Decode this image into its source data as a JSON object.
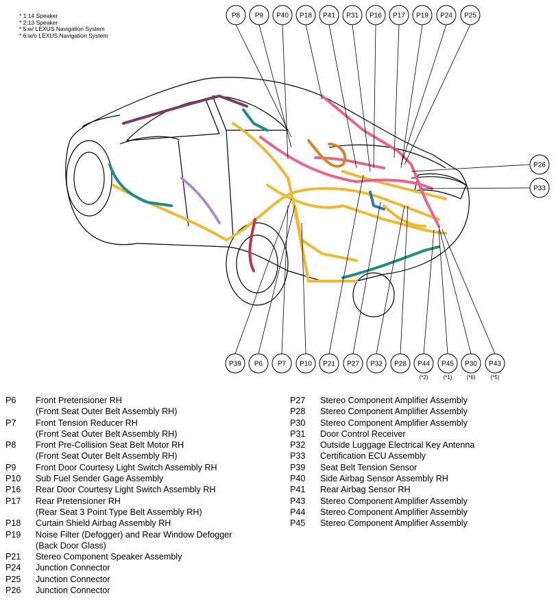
{
  "notes": [
    "* 1:14 Speaker",
    "* 2:13 Speaker",
    "* 5:w/ LEXUS Navigation System",
    "* 6:w/o LEXUS Navigation System"
  ],
  "colors": {
    "harness_yellow": "#f0b830",
    "harness_pink": "#e8648c",
    "harness_purple": "#7a3a6a",
    "harness_teal": "#1f8a8a",
    "harness_orange": "#d9822b",
    "harness_blue": "#3a6fb0",
    "harness_lavender": "#a98cc8",
    "harness_crimson": "#c03050"
  },
  "top_callouts": [
    {
      "code": "P8"
    },
    {
      "code": "P9"
    },
    {
      "code": "P40"
    },
    {
      "code": "P18"
    },
    {
      "code": "P41"
    },
    {
      "code": "P31"
    },
    {
      "code": "P16"
    },
    {
      "code": "P17"
    },
    {
      "code": "P19"
    },
    {
      "code": "P24"
    },
    {
      "code": "P25"
    }
  ],
  "side_callouts": [
    {
      "code": "P26"
    },
    {
      "code": "P33"
    }
  ],
  "bottom_callouts": [
    {
      "code": "P39",
      "note": ""
    },
    {
      "code": "P6",
      "note": ""
    },
    {
      "code": "P7",
      "note": ""
    },
    {
      "code": "P10",
      "note": ""
    },
    {
      "code": "P21",
      "note": ""
    },
    {
      "code": "P27",
      "note": ""
    },
    {
      "code": "P32",
      "note": ""
    },
    {
      "code": "P28",
      "note": ""
    },
    {
      "code": "P44",
      "note": "(*2)"
    },
    {
      "code": "P45",
      "note": "(*1)"
    },
    {
      "code": "P30",
      "note": "(*6)"
    },
    {
      "code": "P43",
      "note": "(*5)"
    }
  ],
  "legend_left": [
    {
      "code": "P6",
      "lines": [
        "Front Pretensioner RH",
        "(Front Seat Outer Belt Assembly RH)"
      ]
    },
    {
      "code": "P7",
      "lines": [
        "Front Tension Reducer RH",
        "(Front Seat Outer Belt Assembly RH)"
      ]
    },
    {
      "code": "P8",
      "lines": [
        "Front Pre-Collision Seat Belt Motor RH",
        "(Front Seat Outer Belt Assembly RH)"
      ]
    },
    {
      "code": "P9",
      "lines": [
        "Front Door Courtesy Light Switch Assembly RH"
      ]
    },
    {
      "code": "P10",
      "lines": [
        "Sub Fuel Sender Gage Assembly"
      ]
    },
    {
      "code": "P16",
      "lines": [
        "Rear Door Courtesy Light Switch Assembly RH"
      ]
    },
    {
      "code": "P17",
      "lines": [
        "Rear Pretensioner RH",
        "(Rear Seat 3 Point Type Belt Assembly RH)"
      ]
    },
    {
      "code": "P18",
      "lines": [
        "Curtain Shield Airbag Assembly RH"
      ]
    },
    {
      "code": "P19",
      "lines": [
        "Noise Filter (Defogger) and Rear Window Defogger",
        "(Back Door Glass)"
      ]
    },
    {
      "code": "P21",
      "lines": [
        "Stereo Component Speaker Assembly"
      ]
    },
    {
      "code": "P24",
      "lines": [
        "Junction Connector"
      ]
    },
    {
      "code": "P25",
      "lines": [
        "Junction Connector"
      ]
    },
    {
      "code": "P26",
      "lines": [
        "Junction Connector"
      ]
    }
  ],
  "legend_right": [
    {
      "code": "P27",
      "lines": [
        "Stereo Component Amplifier Assembly"
      ]
    },
    {
      "code": "P28",
      "lines": [
        "Stereo Component Amplifier Assembly"
      ]
    },
    {
      "code": "P30",
      "lines": [
        "Stereo Component Amplifier Assembly"
      ]
    },
    {
      "code": "P31",
      "lines": [
        "Door Control Receiver"
      ]
    },
    {
      "code": "P32",
      "lines": [
        "Outside Luggage Electrical Key Antenna"
      ]
    },
    {
      "code": "P33",
      "lines": [
        "Certification ECU Assembly"
      ]
    },
    {
      "code": "P39",
      "lines": [
        "Seat Belt Tension Sensor"
      ]
    },
    {
      "code": "P40",
      "lines": [
        "Side Airbag Sensor Assembly RH"
      ]
    },
    {
      "code": "P41",
      "lines": [
        "Rear Airbag Sensor RH"
      ]
    },
    {
      "code": "P43",
      "lines": [
        "Stereo Component Amplifier Assembly"
      ]
    },
    {
      "code": "P44",
      "lines": [
        "Stereo Component Amplifier Assembly"
      ]
    },
    {
      "code": "P45",
      "lines": [
        "Stereo Component Amplifier Assembly"
      ]
    }
  ]
}
